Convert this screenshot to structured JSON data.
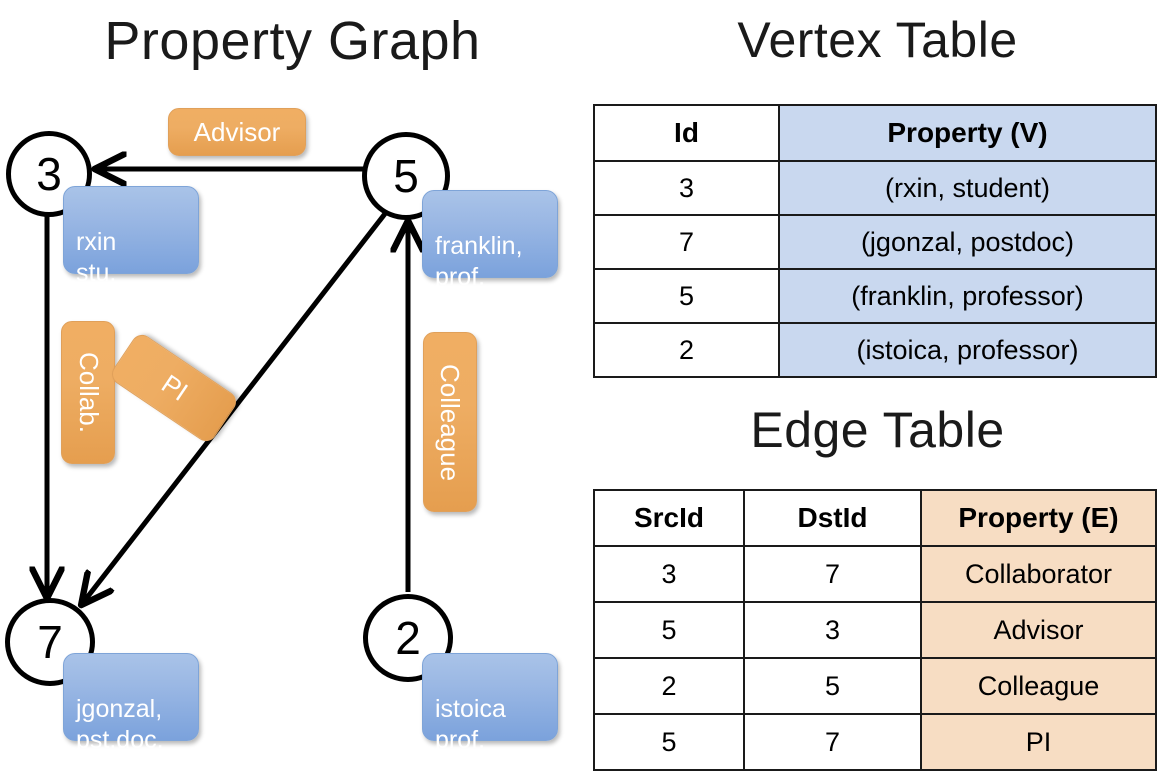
{
  "titles": {
    "graph": "Property Graph",
    "vertex_table": "Vertex Table",
    "edge_table": "Edge Table"
  },
  "colors": {
    "vertex_property_fill": "#c9d8ef",
    "edge_property_fill": "#f7ddc3",
    "vertex_box_fill": "#9bb8e4",
    "edge_box_fill": "#eead63",
    "stroke": "#000000",
    "background": "#ffffff"
  },
  "graph": {
    "nodes": [
      {
        "id": "3",
        "property_label": "rxin\nstu."
      },
      {
        "id": "5",
        "property_label": "franklin,\nprof."
      },
      {
        "id": "7",
        "property_label": "jgonzal,\npst.doc."
      },
      {
        "id": "2",
        "property_label": "istoica\nprof."
      }
    ],
    "edge_labels": [
      {
        "name": "advisor",
        "text": "Advisor"
      },
      {
        "name": "collab",
        "text": "Collab."
      },
      {
        "name": "pi",
        "text": "PI"
      },
      {
        "name": "colleague",
        "text": "Colleague"
      }
    ],
    "edges": [
      {
        "src": "5",
        "dst": "3",
        "label": "Advisor"
      },
      {
        "src": "3",
        "dst": "7",
        "label": "Collab."
      },
      {
        "src": "5",
        "dst": "7",
        "label": "PI"
      },
      {
        "src": "2",
        "dst": "5",
        "label": "Colleague"
      }
    ]
  },
  "vertex_table": {
    "headers": [
      "Id",
      "Property (V)"
    ],
    "rows": [
      {
        "id": "3",
        "property": "(rxin, student)"
      },
      {
        "id": "7",
        "property": "(jgonzal, postdoc)"
      },
      {
        "id": "5",
        "property": "(franklin, professor)"
      },
      {
        "id": "2",
        "property": "(istoica, professor)"
      }
    ]
  },
  "edge_table": {
    "headers": [
      "SrcId",
      "DstId",
      "Property (E)"
    ],
    "rows": [
      {
        "src": "3",
        "dst": "7",
        "property": "Collaborator"
      },
      {
        "src": "5",
        "dst": "3",
        "property": "Advisor"
      },
      {
        "src": "2",
        "dst": "5",
        "property": "Colleague"
      },
      {
        "src": "5",
        "dst": "7",
        "property": "PI"
      }
    ]
  }
}
